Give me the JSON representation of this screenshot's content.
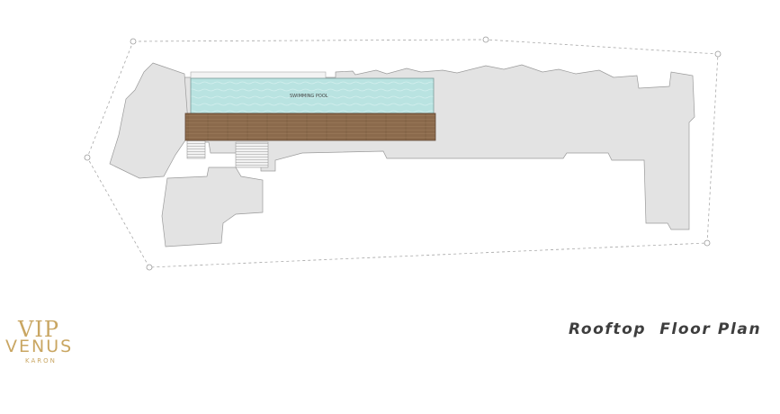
{
  "plan": {
    "title": "Rooftop  Floor Plan",
    "pool_label": "SWIMMING POOL"
  },
  "logo": {
    "line1": "VIP",
    "line2": "VENUS",
    "line3": "KARON"
  },
  "colors": {
    "building": "#e3e3e3",
    "outline": "#9a9a9a",
    "boundary": "#a8a8a8",
    "pool": "#b9e3e1",
    "deck": "#8b6a4c",
    "logo": "#c9a662",
    "title": "#3e3e3e"
  }
}
